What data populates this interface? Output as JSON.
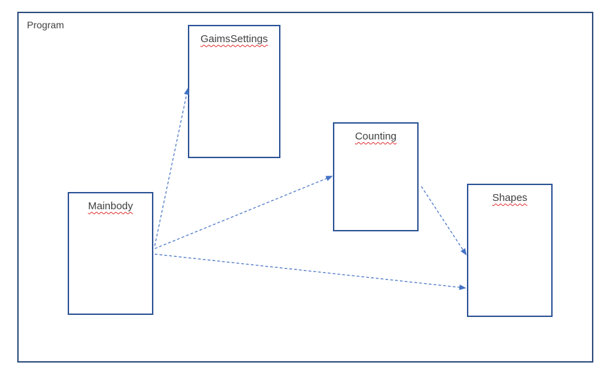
{
  "diagram": {
    "container_label": "Program",
    "boxes": {
      "gaims_settings": "GaimsSettings",
      "counting": "Counting",
      "shapes": "Shapes",
      "mainbody": "Mainbody"
    },
    "connections": [
      {
        "from": "Mainbody",
        "to": "GaimsSettings"
      },
      {
        "from": "Mainbody",
        "to": "Counting"
      },
      {
        "from": "Mainbody",
        "to": "Shapes"
      },
      {
        "from": "Counting",
        "to": "Shapes"
      }
    ]
  },
  "colors": {
    "box_border": "#2f5597",
    "arrow": "#4472c4",
    "frame_border": "#2f4f7f"
  }
}
